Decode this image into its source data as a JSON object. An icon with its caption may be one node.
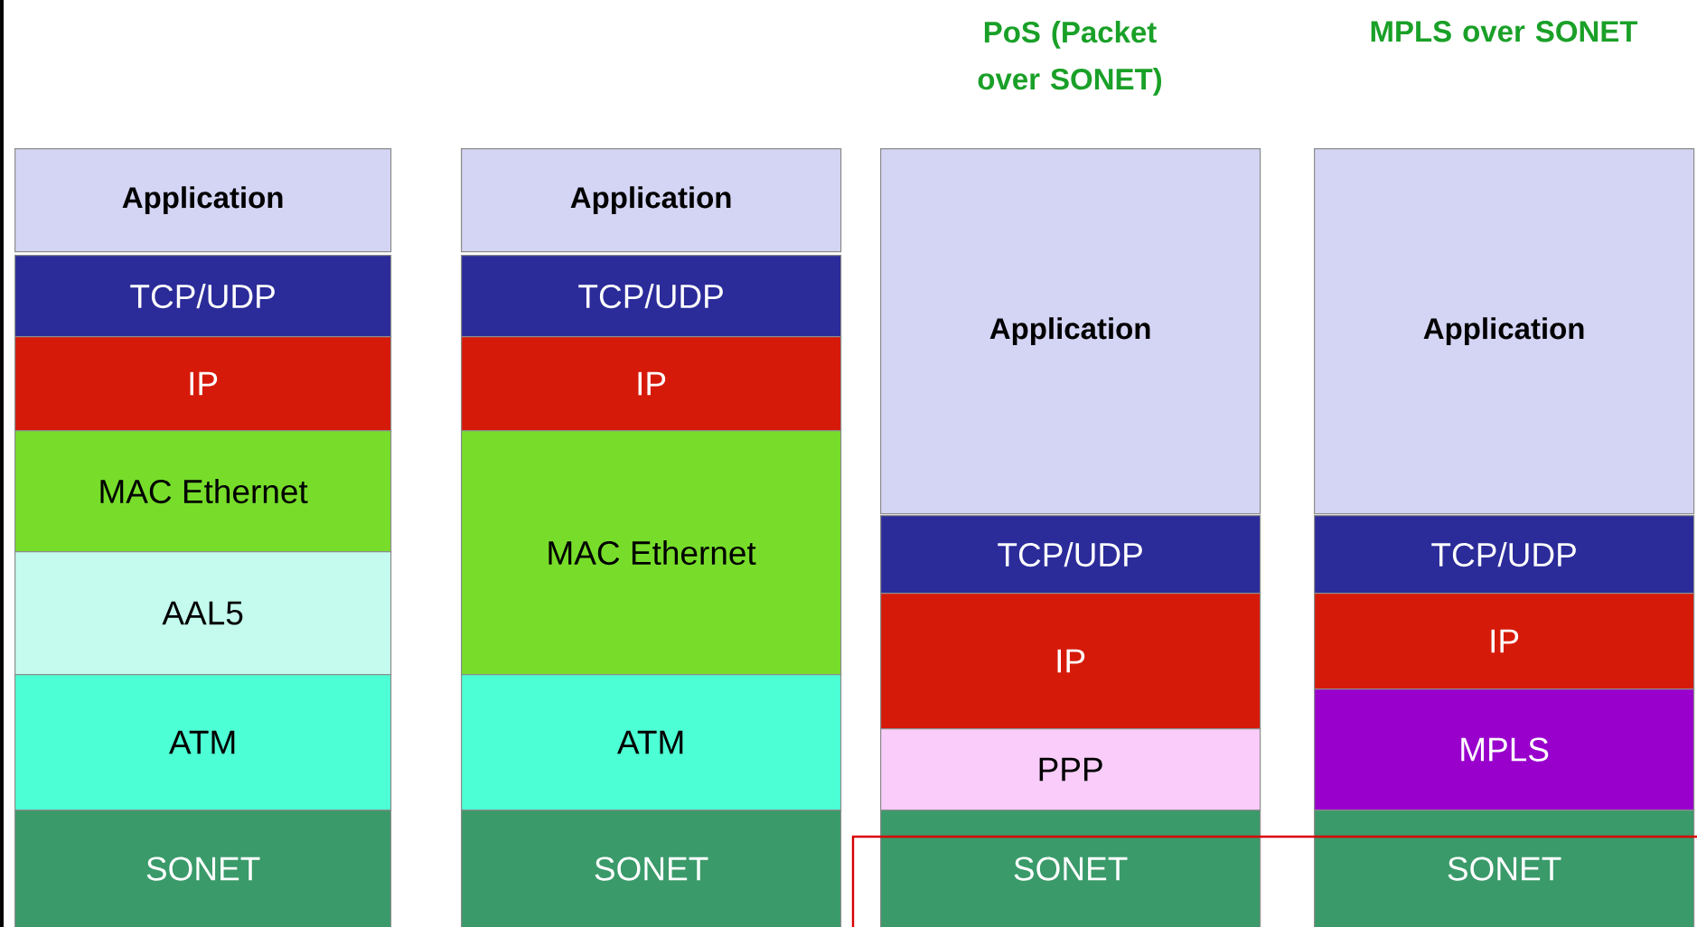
{
  "diagram": {
    "nodes": [
      {
        "text": [
          "Application"
        ]
      },
      {
        "text": [
          "TCP/UDP"
        ]
      },
      {
        "text": [
          "IP"
        ]
      },
      {
        "text": [
          "MAC Ethernet"
        ]
      },
      {
        "text": [
          "AAL5"
        ]
      },
      {
        "text": [
          "ATM"
        ]
      },
      {
        "text": [
          "SONET"
        ]
      },
      {
        "text": [
          "Application"
        ]
      },
      {
        "text": [
          "TCP/UDP"
        ]
      },
      {
        "text": [
          "IP"
        ]
      },
      {
        "text": [
          "MAC Ethernet"
        ]
      },
      {
        "text": [
          "ATM"
        ]
      },
      {
        "text": [
          "SONET"
        ]
      },
      {
        "text": [
          "Application"
        ]
      },
      {
        "text": [
          "TCP/UDP"
        ]
      },
      {
        "text": [
          "IP"
        ]
      },
      {
        "text": [
          "PPP"
        ]
      },
      {
        "text": [
          "SONET"
        ]
      },
      {
        "text": [
          "Application"
        ]
      },
      {
        "text": [
          "TCP/UDP"
        ]
      },
      {
        "text": [
          "IP"
        ]
      },
      {
        "text": [
          "MPLS"
        ]
      },
      {
        "text": [
          "SONET"
        ]
      }
    ],
    "labels": [
      "PoS (Packet over SONET)",
      "MPLS over SONET"
    ]
  }
}
